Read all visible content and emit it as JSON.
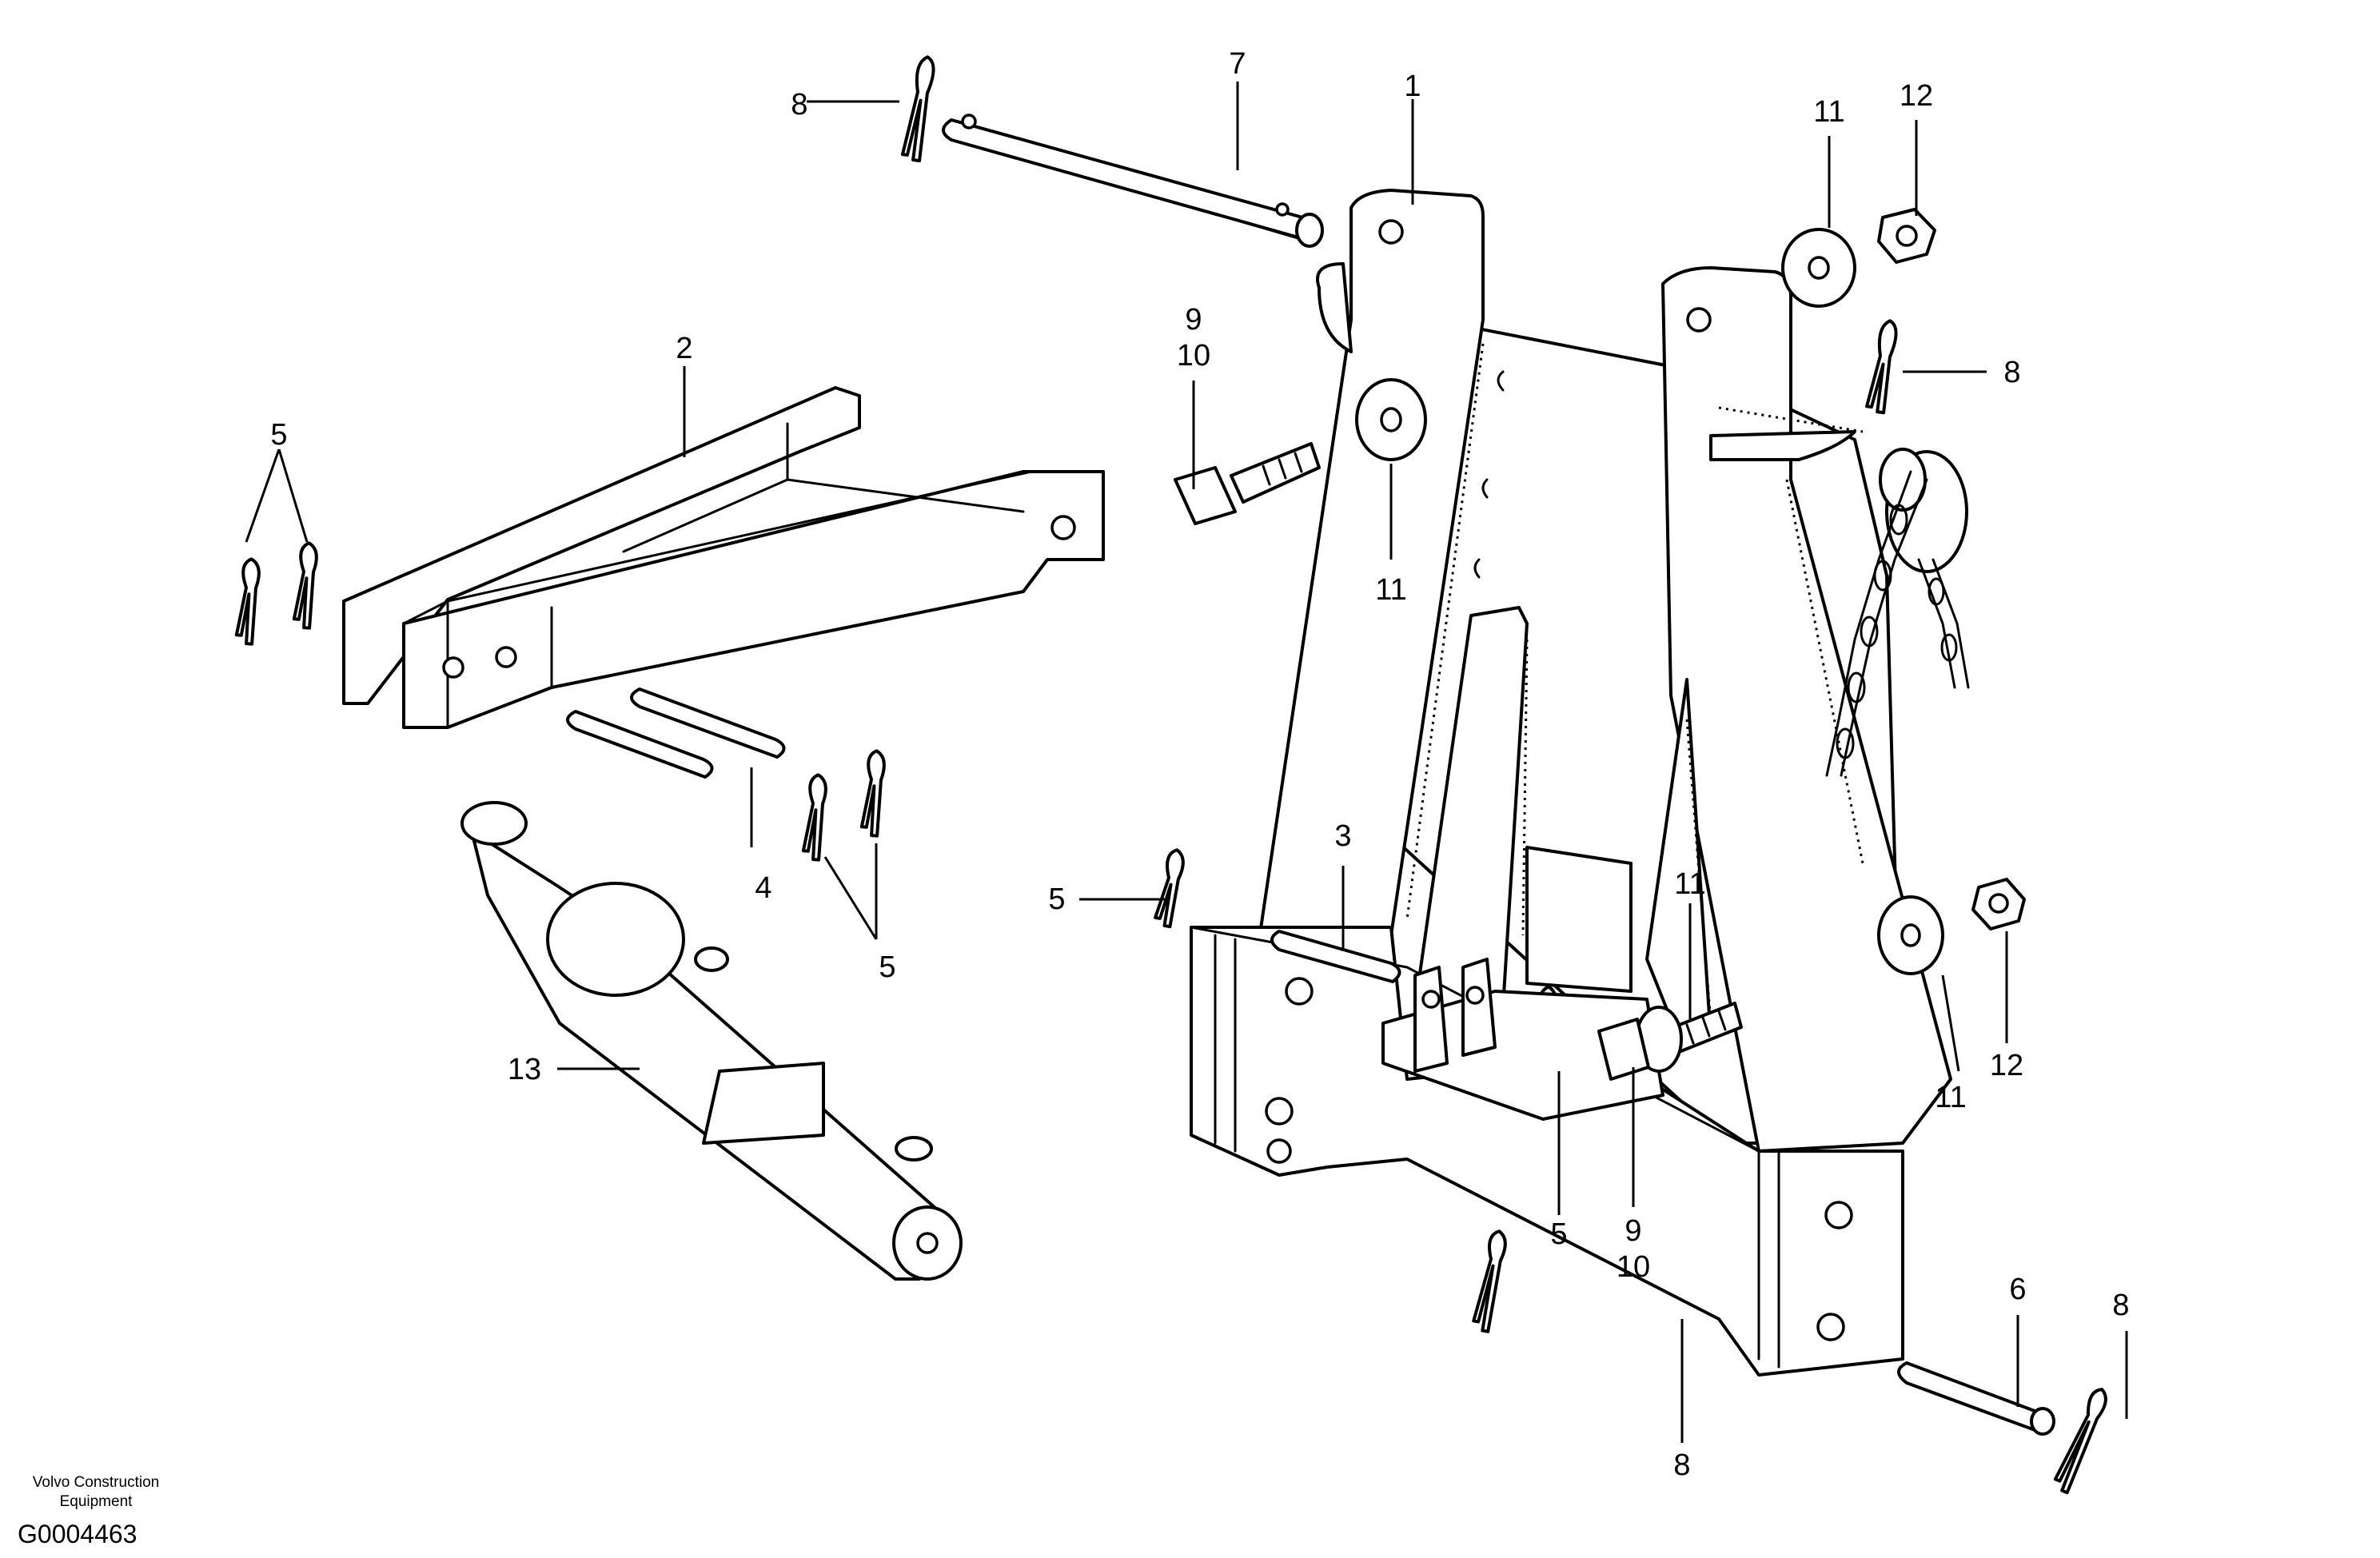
{
  "callouts": [
    {
      "id": "c1",
      "text": "1"
    },
    {
      "id": "c2",
      "text": "2"
    },
    {
      "id": "c3",
      "text": "3"
    },
    {
      "id": "c4",
      "text": "4"
    },
    {
      "id": "c5a",
      "text": "5"
    },
    {
      "id": "c5b",
      "text": "5"
    },
    {
      "id": "c5c",
      "text": "5"
    },
    {
      "id": "c5d",
      "text": "5"
    },
    {
      "id": "c6",
      "text": "6"
    },
    {
      "id": "c7",
      "text": "7"
    },
    {
      "id": "c8a",
      "text": "8"
    },
    {
      "id": "c8b",
      "text": "8"
    },
    {
      "id": "c8c",
      "text": "8"
    },
    {
      "id": "c8d",
      "text": "8"
    },
    {
      "id": "c9a",
      "text": "9"
    },
    {
      "id": "c10a",
      "text": "10"
    },
    {
      "id": "c9b",
      "text": "9"
    },
    {
      "id": "c10b",
      "text": "10"
    },
    {
      "id": "c11a",
      "text": "11"
    },
    {
      "id": "c11b",
      "text": "11"
    },
    {
      "id": "c11c",
      "text": "11"
    },
    {
      "id": "c11d",
      "text": "11"
    },
    {
      "id": "c12a",
      "text": "12"
    },
    {
      "id": "c12b",
      "text": "12"
    },
    {
      "id": "c13",
      "text": "13"
    }
  ],
  "credit": {
    "line1": "Volvo Construction",
    "line2": "Equipment",
    "doc_id": "G0004463"
  }
}
